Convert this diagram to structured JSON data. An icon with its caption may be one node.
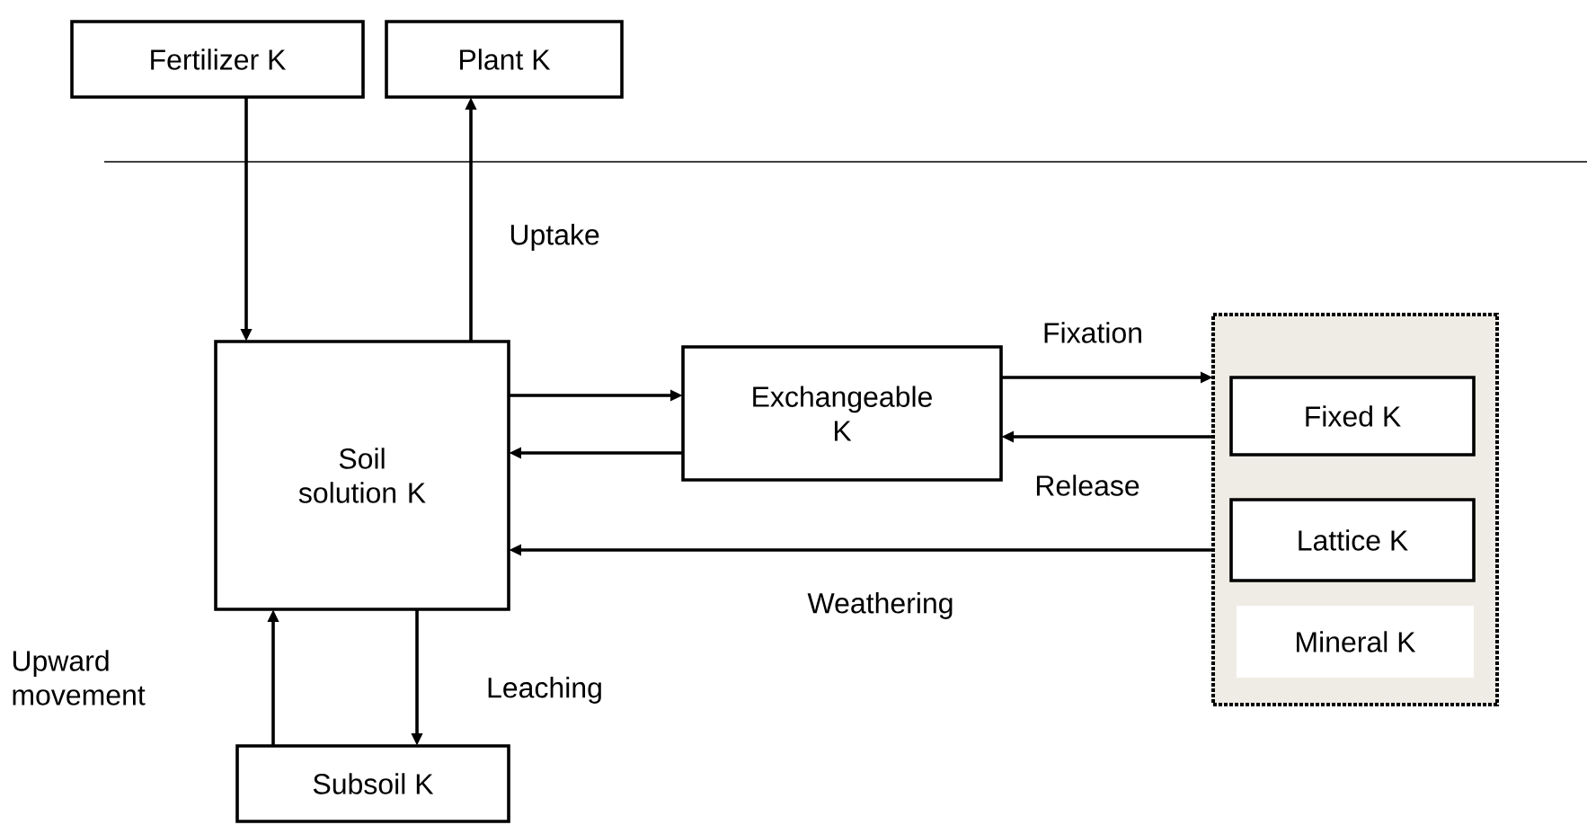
{
  "diagram": {
    "nodes": [
      {
        "text": [
          "Fertilizer K"
        ]
      },
      {
        "text": [
          "Plant K"
        ]
      },
      {
        "text": [
          "Soil solution K"
        ]
      },
      {
        "text": [
          "Exchangeable K"
        ]
      },
      {
        "text": [
          "Mineral K"
        ]
      },
      {
        "text": [
          "Fixed K"
        ],
        "in": 4
      },
      {
        "text": [
          "Lattice K"
        ],
        "in": 4
      },
      {
        "text": [
          "Subsoil K"
        ]
      }
    ],
    "edges": [
      {
        "from": 0,
        "to": 2,
        "arrow": "to"
      },
      {
        "from": 2,
        "to": 1,
        "arrow": "to",
        "label": "Uptake"
      },
      {
        "from": 2,
        "to": 3,
        "arrow": "to"
      },
      {
        "from": 3,
        "to": 2,
        "arrow": "to"
      },
      {
        "from": 3,
        "to": 4,
        "arrow": "to",
        "label": "Fixation"
      },
      {
        "from": 4,
        "to": 3,
        "arrow": "to",
        "label": "Release"
      },
      {
        "from": 4,
        "to": 2,
        "arrow": "to",
        "label": "Weathering"
      },
      {
        "from": 2,
        "to": 7,
        "arrow": "to",
        "label": "Leaching"
      },
      {
        "from": 7,
        "to": 2,
        "arrow": "to",
        "label": "Upward movement"
      }
    ]
  }
}
